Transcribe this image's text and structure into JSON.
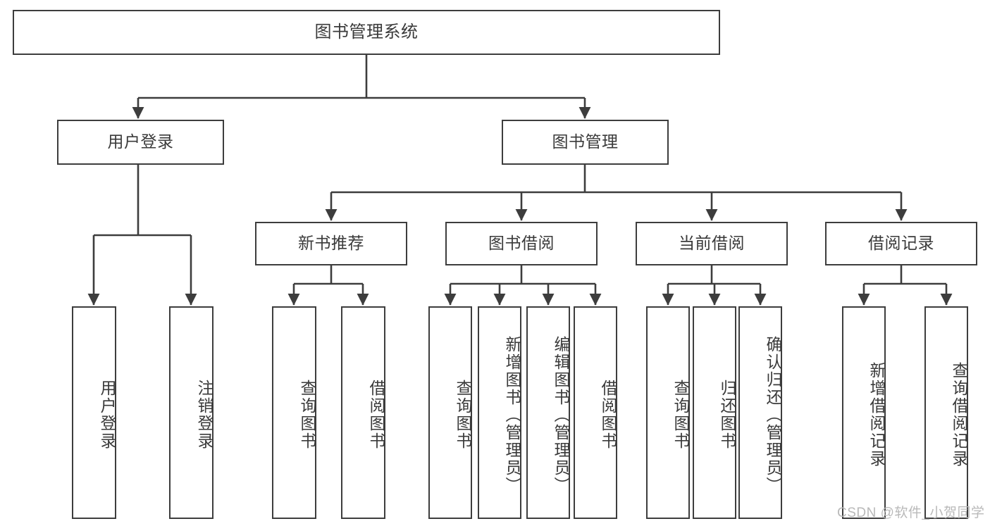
{
  "diagram": {
    "title": "图书管理系统",
    "watermark": "CSDN @软件_小贺同学",
    "stroke_color": "#3d3d3d",
    "text_color": "#3a3a3a",
    "background_color": "#ffffff"
  },
  "nodes": {
    "root": {
      "label": "图书管理系统"
    },
    "level1": [
      {
        "id": "user-login",
        "label": "用户登录"
      },
      {
        "id": "book-management",
        "label": "图书管理"
      }
    ],
    "level2": [
      {
        "id": "new-book-recommend",
        "label": "新书推荐"
      },
      {
        "id": "book-borrow",
        "label": "图书借阅"
      },
      {
        "id": "current-borrow",
        "label": "当前借阅"
      },
      {
        "id": "borrow-record",
        "label": "借阅记录"
      }
    ],
    "leaves": {
      "user_login": [
        {
          "id": "leaf-user-login",
          "label": "用户登录"
        },
        {
          "id": "leaf-logout",
          "label": "注销登录"
        }
      ],
      "new_book_recommend": [
        {
          "id": "leaf-query-book-1",
          "label": "查询图书"
        },
        {
          "id": "leaf-borrow-book-1",
          "label": "借阅图书"
        }
      ],
      "book_borrow": [
        {
          "id": "leaf-query-book-2",
          "label": "查询图书"
        },
        {
          "id": "leaf-add-book",
          "label": "新增图书（管理员）"
        },
        {
          "id": "leaf-edit-book",
          "label": "编辑图书（管理员）"
        },
        {
          "id": "leaf-borrow-book-2",
          "label": "借阅图书"
        }
      ],
      "current_borrow": [
        {
          "id": "leaf-query-book-3",
          "label": "查询图书"
        },
        {
          "id": "leaf-return-book",
          "label": "归还图书"
        },
        {
          "id": "leaf-confirm-return",
          "label": "确认归还（管理员）"
        }
      ],
      "borrow_record": [
        {
          "id": "leaf-add-record",
          "label": "新增借阅记录"
        },
        {
          "id": "leaf-query-record",
          "label": "查询借阅记录"
        }
      ]
    }
  }
}
